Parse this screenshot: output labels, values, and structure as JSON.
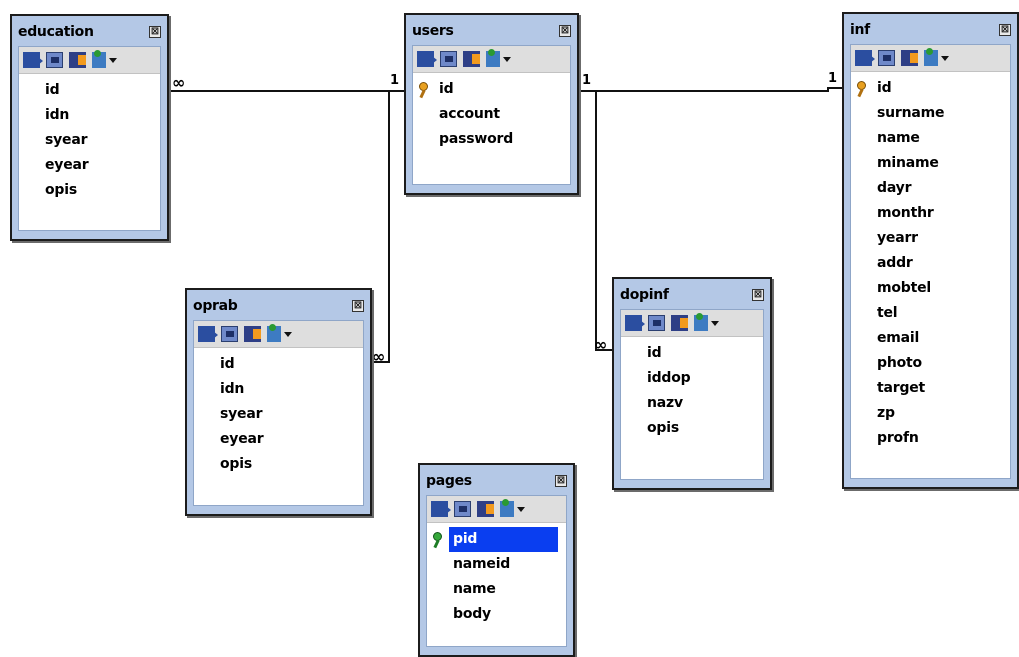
{
  "tables": {
    "education": {
      "title": "education",
      "fields": [
        "id",
        "idn",
        "syear",
        "eyear",
        "opis"
      ]
    },
    "users": {
      "title": "users",
      "fields": [
        "id",
        "account",
        "password"
      ]
    },
    "inf": {
      "title": "inf",
      "fields": [
        "id",
        "surname",
        "name",
        "miname",
        "dayr",
        "monthr",
        "yearr",
        "addr",
        "mobtel",
        "tel",
        "email",
        "photo",
        "target",
        "zp",
        "profn"
      ]
    },
    "oprab": {
      "title": "oprab",
      "fields": [
        "id",
        "idn",
        "syear",
        "eyear",
        "opis"
      ]
    },
    "dopinf": {
      "title": "dopinf",
      "fields": [
        "id",
        "iddop",
        "nazv",
        "opis"
      ]
    },
    "pages": {
      "title": "pages",
      "fields": [
        "pid",
        "nameid",
        "name",
        "body"
      ]
    }
  },
  "close_glyph": "⊠",
  "relationships": [
    {
      "from": "users",
      "to": "education",
      "from_card": "1",
      "to_card": "∞"
    },
    {
      "from": "users",
      "to": "oprab",
      "from_card": "1",
      "to_card": "∞"
    },
    {
      "from": "users",
      "to": "inf",
      "from_card": "1",
      "to_card": "1"
    },
    {
      "from": "users",
      "to": "dopinf",
      "from_card": "1",
      "to_card": "∞"
    }
  ],
  "colors": {
    "frame": "#b4c8e6",
    "selection": "#0a3ef0",
    "key": "#e8a020",
    "key_pages": "#35a83a"
  }
}
